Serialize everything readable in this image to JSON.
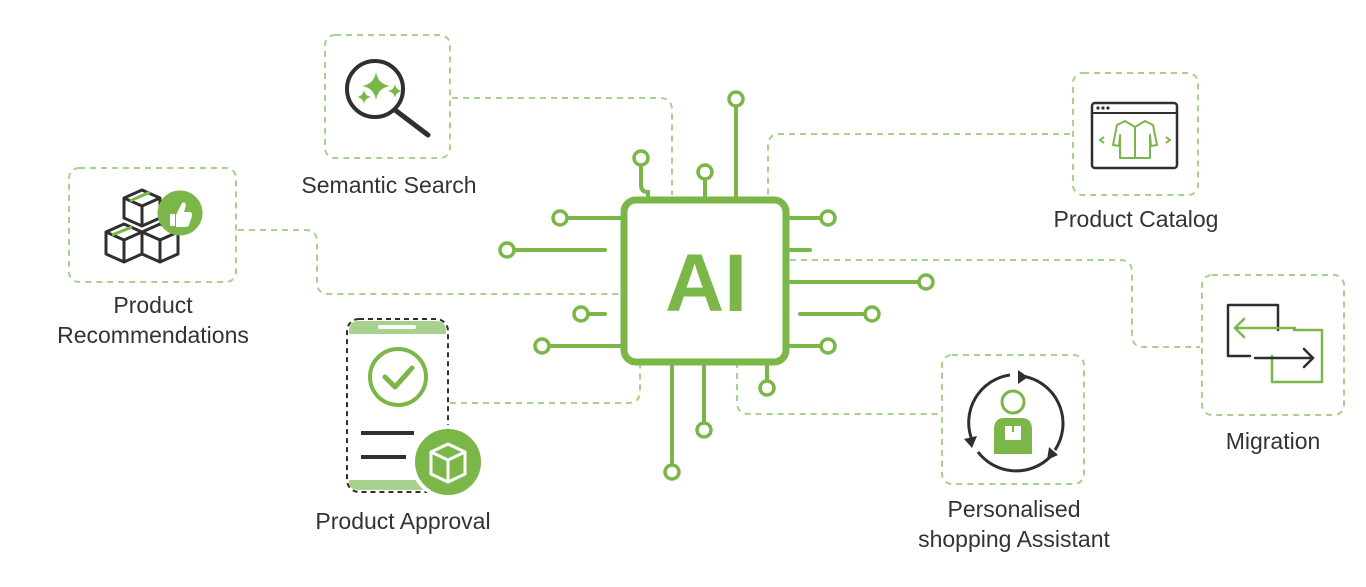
{
  "colors": {
    "accent": "#7ab648",
    "dashed": "#a9d18e",
    "icon_dark": "#2f2f2f",
    "text": "#333333"
  },
  "center": {
    "text": "AI",
    "icon": "ai-chip-icon"
  },
  "nodes": {
    "semantic_search": {
      "label": "Semantic Search",
      "icon": "sparkle-search-icon"
    },
    "product_recommendations": {
      "line1": "Product",
      "line2": "Recommendations",
      "icon": "boxes-thumbs-up-icon"
    },
    "product_approval": {
      "label": "Product Approval",
      "icon": "phone-approval-icon"
    },
    "product_catalog": {
      "label": "Product Catalog",
      "icon": "catalog-jacket-icon"
    },
    "migration": {
      "label": "Migration",
      "icon": "migration-arrows-icon"
    },
    "shopping_assistant": {
      "line1": "Personalised",
      "line2": "shopping Assistant",
      "icon": "assistant-person-icon"
    }
  }
}
